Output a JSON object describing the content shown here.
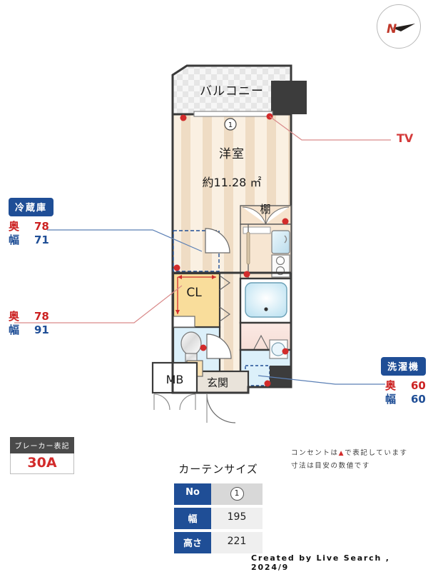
{
  "compass": {
    "north_letter": "N",
    "name": "north-compass"
  },
  "callouts": [
    {
      "id": "refrigerator",
      "title": "冷蔵庫",
      "depth_label": "奥",
      "depth_value": "78",
      "width_label": "幅",
      "width_value": "71"
    },
    {
      "id": "closet-dimension",
      "title": "",
      "depth_label": "奥",
      "depth_value": "78",
      "width_label": "幅",
      "width_value": "91"
    },
    {
      "id": "washing-machine",
      "title": "洗濯機",
      "depth_label": "奥",
      "depth_value": "60",
      "width_label": "幅",
      "width_value": "60"
    }
  ],
  "tv_label": "TV",
  "rooms": {
    "balcony": "バルコニー",
    "main_room": "洋室",
    "main_room_area": "約11.28 ㎡",
    "shelf": "棚",
    "closet": "CL",
    "meter_box": "MB",
    "entrance": "玄関"
  },
  "window_marker": "1",
  "breaker": {
    "header": "ブレーカー表記",
    "value": "30A"
  },
  "curtain": {
    "title": "カーテンサイズ",
    "rows": [
      {
        "label": "No",
        "value": "1",
        "is_circle": true
      },
      {
        "label": "幅",
        "value": "195",
        "is_circle": false
      },
      {
        "label": "高さ",
        "value": "221",
        "is_circle": false
      }
    ]
  },
  "notes": {
    "line1_pre": "コンセントは",
    "line1_post": "で表記しています",
    "line2": "寸法は目安の数値です"
  },
  "footer": "Created by Live Search , 2024/9",
  "colors": {
    "accent_blue": "#1f4e96",
    "accent_red": "#cc2222",
    "floor_light": "#faf0e2",
    "floor_dark": "#efdcc4",
    "wall": "#3a3a3a",
    "balcony": "#f2f2f2",
    "water_blue": "#d8edf7",
    "closet_yellow": "#f9dd9b",
    "pipe_space": "#3c3c3c"
  }
}
